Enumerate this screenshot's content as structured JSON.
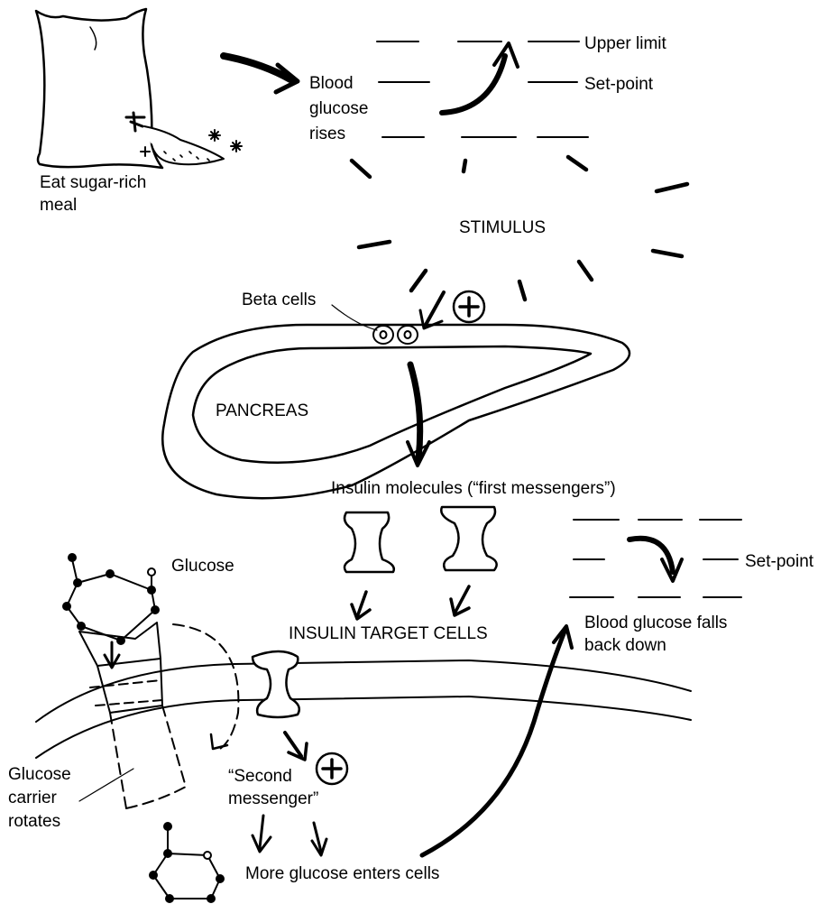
{
  "labels": {
    "eat_meal": "Eat sugar-rich\nmeal",
    "blood_glucose_rises": "Blood\nglucose\nrises",
    "upper_limit": "Upper limit",
    "set_point_top": "Set-point",
    "stimulus": "STIMULUS",
    "beta_cells": "Beta cells",
    "pancreas": "PANCREAS",
    "insulin_molecules": "Insulin molecules (“first messengers”)",
    "glucose": "Glucose",
    "set_point_right": "Set-point",
    "insulin_target_cells": "INSULIN TARGET CELLS",
    "blood_glucose_falls": "Blood glucose falls\nback down",
    "glucose_carrier": "Glucose\ncarrier\nrotates",
    "second_messenger": "“Second\nmessenger”",
    "more_glucose": "More glucose enters cells"
  },
  "symbols": {
    "plus": "+"
  },
  "colors": {
    "ink": "#000000",
    "paper": "#ffffff"
  }
}
